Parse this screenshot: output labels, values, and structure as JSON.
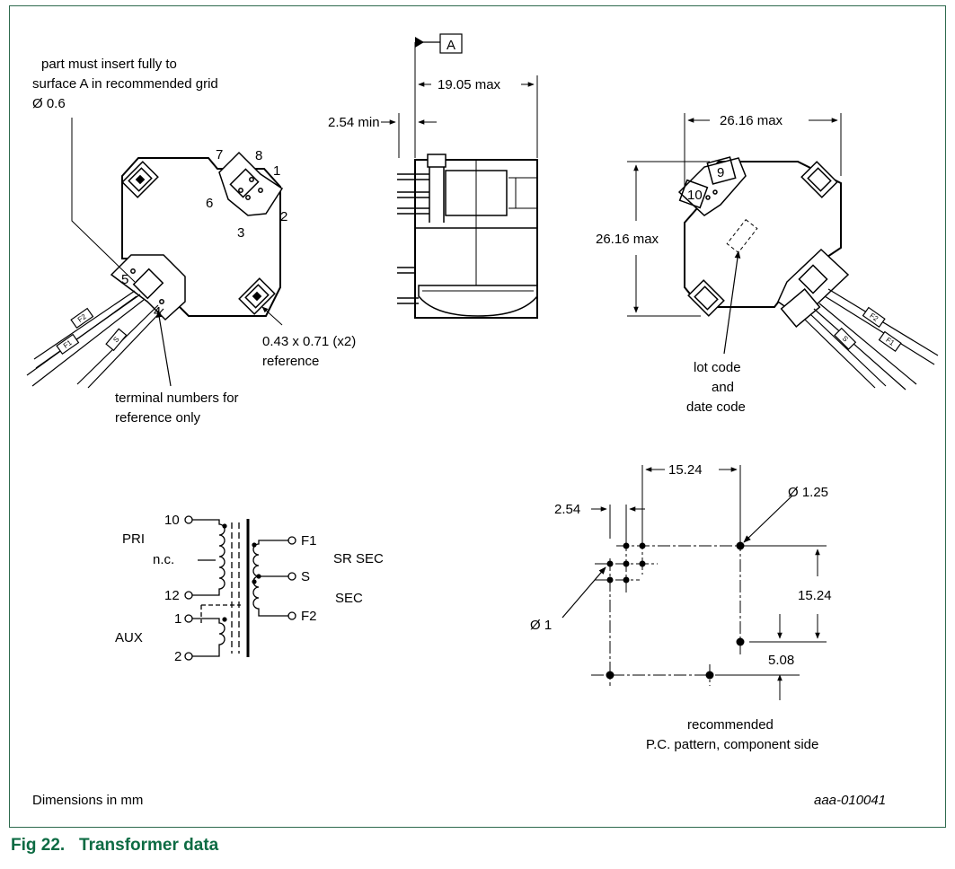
{
  "figure": {
    "caption": "Fig 22.   Transformer data",
    "units_note": "Dimensions in mm",
    "drawing_code": "aaa-010041",
    "accent_color": "#0d6b43"
  },
  "bottom_view": {
    "note_line1": "part must insert fully to",
    "note_line2": "surface A in recommended grid",
    "note_line3": "Ø 0.6",
    "ref_dim_line1": "0.43 x 0.71 (x2)",
    "ref_dim_line2": "reference",
    "terminal_note_line1": "terminal numbers for",
    "terminal_note_line2": "reference only",
    "pins": [
      "1",
      "2",
      "3",
      "4",
      "5",
      "6",
      "7",
      "8"
    ],
    "wire_tags": [
      "F2",
      "F1",
      "S"
    ]
  },
  "side_view": {
    "datum": "A",
    "width_dim": "19.05 max",
    "pin_dim": "2.54 min"
  },
  "top_view": {
    "width_dim": "26.16 max",
    "height_dim": "26.16 max",
    "pins": [
      "9",
      "10"
    ],
    "marking_line1": "lot code",
    "marking_line2": "and",
    "marking_line3": "date code",
    "wire_tags": [
      "F2",
      "F1",
      "S"
    ]
  },
  "schematic": {
    "pin_10": "10",
    "pin_12": "12",
    "pin_1": "1",
    "pin_2": "2",
    "nc": "n.c.",
    "pri": "PRI",
    "aux": "AUX",
    "f1": "F1",
    "s": "S",
    "f2": "F2",
    "sr_sec": "SR SEC",
    "sec": "SEC"
  },
  "pcb": {
    "dim_top": "15.24",
    "dim_pitch": "2.54",
    "dia_large": "Ø 1.25",
    "dia_small": "Ø 1",
    "dim_right": "15.24",
    "dim_offset": "5.08",
    "caption_line1": "recommended",
    "caption_line2": "P.C. pattern, component side"
  }
}
